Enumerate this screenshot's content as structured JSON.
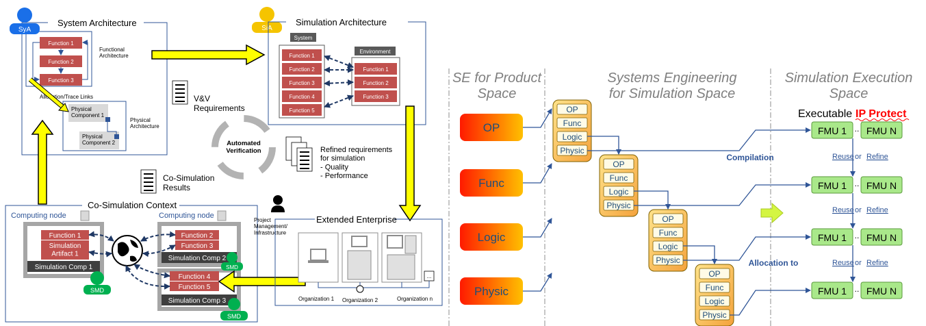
{
  "colors": {
    "function_block": "#c0504d",
    "env_header": "#595959",
    "comp_block": "#3f3f3f",
    "arrow_yellow": "#ffff00",
    "persona_blue": "#1a6fe8",
    "persona_yellow": "#f5c400",
    "smd_green": "#00b050",
    "line_blue": "#2f5597",
    "fmu_green": "#a9e88a",
    "product_gradient_start": "#ff1a00",
    "product_gradient_end": "#ffc000",
    "stack_gradient_start": "#ffe38a",
    "stack_gradient_end": "#f4a23c",
    "ip_red": "#ff0000"
  },
  "left": {
    "sya_label": "SyA",
    "sia_label": "SiA",
    "system_architecture": {
      "title": "System Architecture",
      "functions": [
        "Function 1",
        "Function 2",
        "Function 3"
      ],
      "functional_label": "Functional\nArchitecture",
      "allocation_label": "Allocation/Trace Links",
      "physical_components": [
        "Physical\nComponent 1",
        "Physical\nComponent 2"
      ],
      "physical_label": "Physical\nArchitecture"
    },
    "simulation_architecture": {
      "title": "Simulation Architecture",
      "system_label": "System",
      "environment_label": "Environment",
      "system_functions": [
        "Function 1",
        "Function 2",
        "Function 3",
        "Function 4",
        "Function 5"
      ],
      "environment_functions": [
        "Function 1",
        "Function 2",
        "Function 3"
      ]
    },
    "vv_requirements": "V&V\nRequirements",
    "automated_verification": "Automated\nVerification",
    "refined_requirements": "Refined requirements\nfor simulation\n-  Quality\n-  Performance",
    "cosim_results": "Co-Simulation\nResults",
    "cosim_context": {
      "title": "Co-Simulation Context",
      "computing_node": "Computing node",
      "node1_blocks": [
        "Function 1",
        "Simulation\nArtifact 1"
      ],
      "node1_comp": "Simulation Comp 1",
      "node2_blocks": [
        "Function 2",
        "Function 3"
      ],
      "node2_comp": "Simulation Comp 2",
      "node3_blocks": [
        "Function 4",
        "Function 5"
      ],
      "node3_comp": "Simulation Comp 3",
      "smd": "SMD"
    },
    "extended_enterprise": {
      "title": "Extended Enterprise",
      "project_label": "Project\nManagement/\nInfrastructure",
      "organizations": [
        "Organization 1",
        "Organization 2",
        "Organization n"
      ],
      "ellipsis": "..."
    }
  },
  "right": {
    "headers": [
      "SE for Product\nSpace",
      "Systems Engineering\nfor Simulation Space",
      "Simulation Execution\nSpace"
    ],
    "product_blocks": [
      "OP",
      "Func",
      "Logic",
      "Physic"
    ],
    "stack_items": [
      "OP",
      "Func",
      "Logic",
      "Physic"
    ],
    "executable": "Executable",
    "ip_protect": "IP Protect",
    "fmu_first": "FMU 1",
    "fmu_last": "FMU N",
    "fmu_dots": "..",
    "compilation": "Compilation",
    "allocation_to": "Allocation to",
    "reuse": "Reuse",
    "or_word": "or",
    "refine": "Refine"
  }
}
